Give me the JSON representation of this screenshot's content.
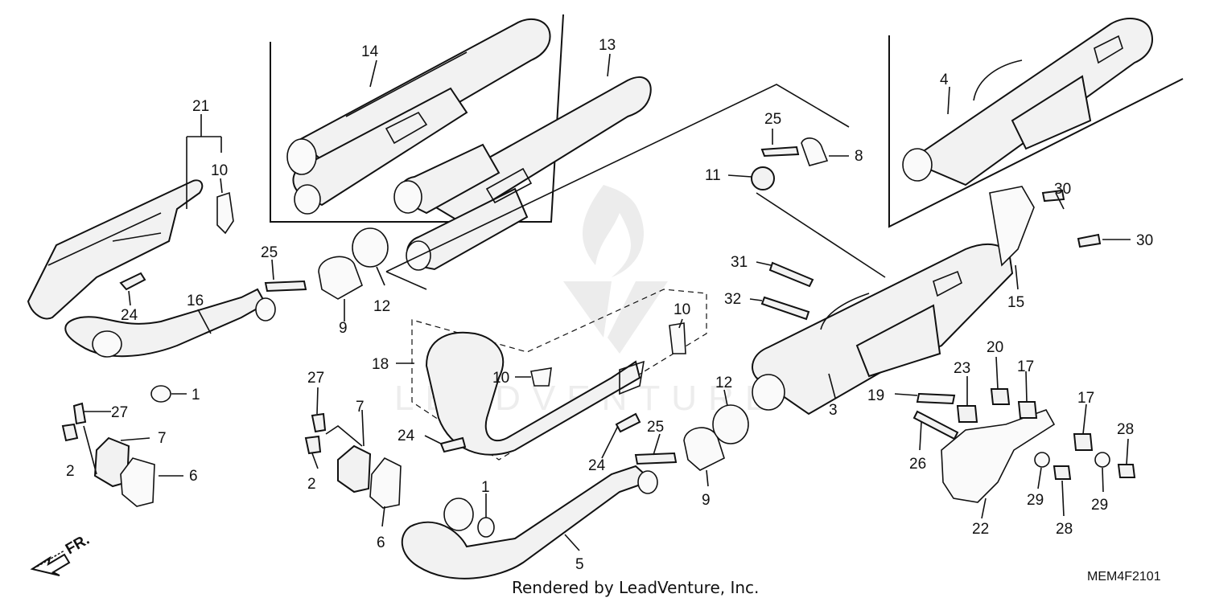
{
  "callouts": {
    "c1a": "1",
    "c1b": "1",
    "c2a": "2",
    "c2b": "2",
    "c3": "3",
    "c4": "4",
    "c5": "5",
    "c6a": "6",
    "c6b": "6",
    "c7a": "7",
    "c7b": "7",
    "c8": "8",
    "c9a": "9",
    "c9b": "9",
    "c10a": "10",
    "c10b": "10",
    "c10c": "10",
    "c11": "11",
    "c12a": "12",
    "c12b": "12",
    "c13": "13",
    "c14": "14",
    "c15": "15",
    "c16": "16",
    "c17a": "17",
    "c17b": "17",
    "c18": "18",
    "c19": "19",
    "c20": "20",
    "c21": "21",
    "c22": "22",
    "c23": "23",
    "c24a": "24",
    "c24b": "24",
    "c24c": "24",
    "c25a": "25",
    "c25b": "25",
    "c25c": "25",
    "c26": "26",
    "c27a": "27",
    "c27b": "27",
    "c28a": "28",
    "c28b": "28",
    "c29a": "29",
    "c29b": "29",
    "c30a": "30",
    "c30b": "30",
    "c31": "31",
    "c32": "32"
  },
  "front_arrow": "FR.",
  "footer": "Rendered by LeadVenture, Inc.",
  "diagram_code": "MEM4F2101",
  "watermark_text": "LEADVENTURE"
}
